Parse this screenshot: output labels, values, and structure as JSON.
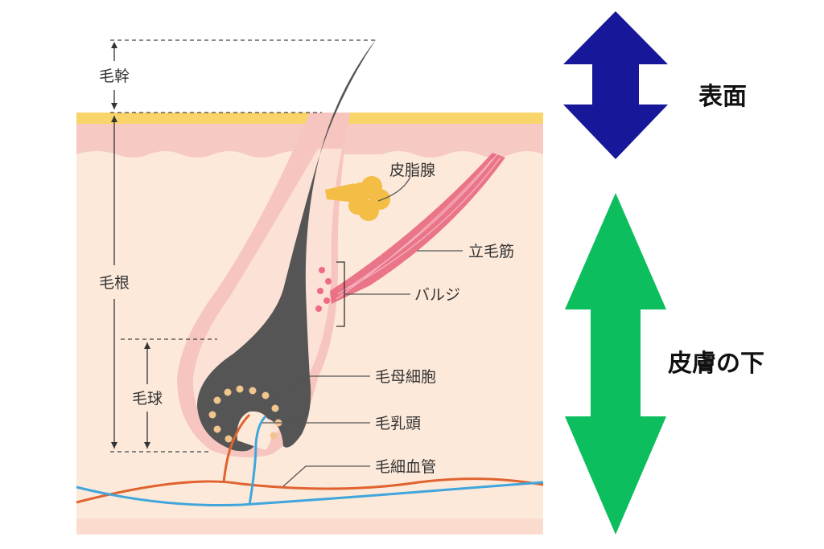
{
  "labels": {
    "hair_shaft": "毛幹",
    "hair_root": "毛根",
    "hair_bulb": "毛球",
    "sebaceous_gland": "皮脂腺",
    "arrector_pili": "立毛筋",
    "bulge": "バルジ",
    "hair_matrix": "毛母細胞",
    "dermal_papilla": "毛乳頭",
    "capillary": "毛細血管"
  },
  "side_labels": {
    "surface": "表面",
    "under_skin": "皮膚の下"
  },
  "colors": {
    "surface_arrow": "#17179a",
    "under_skin_arrow": "#0dbe5e",
    "skin_top_layer": "#f8d46a",
    "epidermis": "#f6c9c3",
    "dermis": "#fde9da",
    "hair": "#555555",
    "muscle": "#e8677e",
    "sebaceous": "#f3bd46",
    "artery": "#e0632f",
    "vein": "#3fa6dc"
  }
}
